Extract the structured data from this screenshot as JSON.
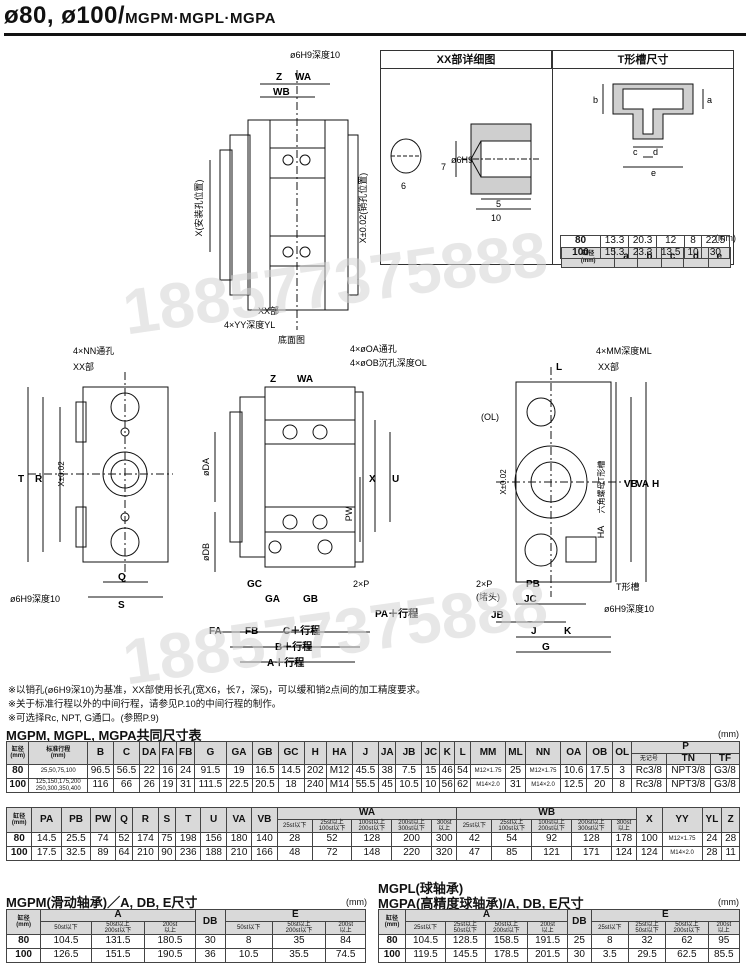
{
  "header": {
    "title": "ø80, ø100/",
    "subtitle": "MGPM·MGPL·MGPA"
  },
  "detail": {
    "xx_title": "XX部详细图",
    "t_title": "T形槽尺寸",
    "unit": "(mm)",
    "xx_labels": [
      "ø6H9",
      "7",
      "6",
      "5",
      "10"
    ],
    "t_labels": [
      "b",
      "a",
      "c",
      "d",
      "e"
    ],
    "t_table": {
      "h0": "缸径\n(mm)",
      "cols": [
        "a",
        "b",
        "c",
        "d",
        "e"
      ],
      "rows": [
        {
          "bore": "80",
          "vals": [
            "13.3",
            "20.3",
            "12",
            "8",
            "22.5"
          ]
        },
        {
          "bore": "100",
          "vals": [
            "15.3",
            "23.3",
            "13.5",
            "10",
            "30"
          ]
        }
      ]
    }
  },
  "drawing_labels": {
    "top": [
      "ø6H9深度10",
      "Z",
      "WA",
      "WB",
      "X(安装孔位置)",
      "X±0.02(销孔位置)",
      "XX部",
      "4×YY深度YL",
      "底面图"
    ],
    "left": [
      "4×NN通孔",
      "XX部",
      "T",
      "R",
      "X±0.02",
      "Q",
      "S",
      "ø6H9深度10"
    ],
    "front": [
      "4×øOA通孔",
      "4×øOB沉孔深度OL",
      "Z",
      "WA",
      "øDA",
      "X",
      "U",
      "PW",
      "øDB",
      "GC",
      "GA",
      "GB",
      "2×P",
      "PA＋行程",
      "FA",
      "FB",
      "C＋行程",
      "B＋行程",
      "A＋行程"
    ],
    "right": [
      "4×MM深度ML",
      "XX部",
      "L",
      "(OL)",
      "X±0.02",
      "VB",
      "VA",
      "H",
      "HA",
      "六角螺母T形槽",
      "2×P",
      "(堵头)",
      "PB",
      "JC",
      "JB",
      "J",
      "K",
      "G",
      "T形槽",
      "ø6H9深度10"
    ]
  },
  "notes": [
    "※以销孔(ø6H9深10)为基准，XX部使用长孔(宽X6，长7，深5)，可以缓和销2点间的加工精度要求。",
    "※关于标准行程以外的中间行程，请参见P.10的中间行程的制作。",
    "※可选择Rc, NPT, G通口。(参照P.9)"
  ],
  "common": {
    "title": "MGPM, MGPL, MGPA共同尺寸表",
    "unit": "(mm)",
    "h_bore": "缸径\n(mm)",
    "h_stroke": "标准行程\n(mm)",
    "cols1": [
      "B",
      "C",
      "DA",
      "FA",
      "FB",
      "G",
      "GA",
      "GB",
      "GC",
      "H",
      "HA",
      "J",
      "JA",
      "JB",
      "JC",
      "K",
      "L",
      "MM",
      "ML",
      "NN",
      "OA",
      "OB",
      "OL"
    ],
    "p_head": "P",
    "p_sub": [
      "无记号",
      "TN",
      "TF"
    ],
    "rows1": [
      {
        "bore": "80",
        "stroke": "25,50,75,100",
        "vals": [
          "96.5",
          "56.5",
          "22",
          "16",
          "24",
          "91.5",
          "19",
          "16.5",
          "14.5",
          "202",
          "M12",
          "45.5",
          "38",
          "7.5",
          "15",
          "46",
          "54",
          "M12×1.75",
          "25",
          "M12×1.75",
          "10.6",
          "17.5",
          "3"
        ],
        "p": [
          "Rc3/8",
          "NPT3/8",
          "G3/8"
        ]
      },
      {
        "bore": "100",
        "stroke": "125,150,175,200\n250,300,350,400",
        "vals": [
          "116",
          "66",
          "26",
          "19",
          "31",
          "111.5",
          "22.5",
          "20.5",
          "18",
          "240",
          "M14",
          "55.5",
          "45",
          "10.5",
          "10",
          "56",
          "62",
          "M14×2.0",
          "31",
          "M14×2.0",
          "12.5",
          "20",
          "8"
        ],
        "p": [
          "Rc3/8",
          "NPT3/8",
          "G3/8"
        ]
      }
    ],
    "cols2": [
      "PA",
      "PB",
      "PW",
      "Q",
      "R",
      "S",
      "T",
      "U",
      "VA",
      "VB"
    ],
    "wa_head": "WA",
    "wb_head": "WB",
    "w_sub": [
      "25st以下",
      "25st以上\n100st以下",
      "100st以上\n200st以下",
      "200st以上\n300st以下",
      "300st\n以上"
    ],
    "cols2b": [
      "X",
      "YY",
      "YL",
      "Z"
    ],
    "rows2": [
      {
        "bore": "80",
        "vals": [
          "14.5",
          "25.5",
          "74",
          "52",
          "174",
          "75",
          "198",
          "156",
          "180",
          "140"
        ],
        "wa": [
          "28",
          "52",
          "128",
          "200",
          "300"
        ],
        "wb": [
          "42",
          "54",
          "92",
          "128",
          "178"
        ],
        "tail": [
          "100",
          "M12×1.75",
          "24",
          "28"
        ]
      },
      {
        "bore": "100",
        "vals": [
          "17.5",
          "32.5",
          "89",
          "64",
          "210",
          "90",
          "236",
          "188",
          "210",
          "166"
        ],
        "wa": [
          "48",
          "72",
          "148",
          "220",
          "320"
        ],
        "wb": [
          "47",
          "85",
          "121",
          "171",
          "124"
        ],
        "tail": [
          "124",
          "M14×2.0",
          "28",
          "11"
        ]
      }
    ]
  },
  "mgpm": {
    "title": "MGPM(滑动轴承)／A, DB, E尺寸",
    "unit": "(mm)",
    "h_bore": "缸径\n(mm)",
    "a_head": "A",
    "db_head": "DB",
    "e_head": "E",
    "a_sub": [
      "50st以下",
      "50st以上\n200st以下",
      "200st\n以上"
    ],
    "e_sub": [
      "50st以下",
      "50st以上\n200st以下",
      "200st\n以上"
    ],
    "rows": [
      {
        "bore": "80",
        "a": [
          "104.5",
          "131.5",
          "180.5"
        ],
        "db": "30",
        "e": [
          "8",
          "35",
          "84"
        ]
      },
      {
        "bore": "100",
        "a": [
          "126.5",
          "151.5",
          "190.5"
        ],
        "db": "36",
        "e": [
          "10.5",
          "35.5",
          "74.5"
        ]
      }
    ]
  },
  "mgpl": {
    "title1": "MGPL(球轴承)",
    "title2": "MGPA(高精度球轴承)/A, DB, E尺寸",
    "unit": "(mm)",
    "h_bore": "缸径\n(mm)",
    "a_head": "A",
    "db_head": "DB",
    "e_head": "E",
    "a_sub": [
      "25st以下",
      "25st以上\n50st以下",
      "50st以上\n200st以下",
      "200st\n以上"
    ],
    "e_sub": [
      "25st以下",
      "25st以上\n50st以下",
      "50st以上\n200st以下",
      "200st\n以上"
    ],
    "rows": [
      {
        "bore": "80",
        "a": [
          "104.5",
          "128.5",
          "158.5",
          "191.5"
        ],
        "db": "25",
        "e": [
          "8",
          "32",
          "62",
          "95"
        ]
      },
      {
        "bore": "100",
        "a": [
          "119.5",
          "145.5",
          "178.5",
          "201.5"
        ],
        "db": "30",
        "e": [
          "3.5",
          "29.5",
          "62.5",
          "85.5"
        ]
      }
    ]
  },
  "watermark": "188577375888"
}
